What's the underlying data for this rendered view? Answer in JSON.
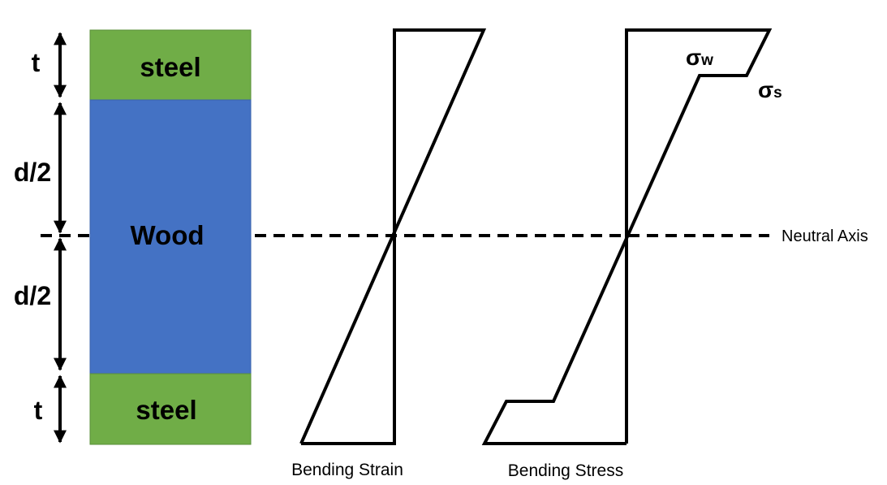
{
  "cross_section": {
    "top_layer_label": "steel",
    "core_label": "Wood",
    "bottom_layer_label": "steel",
    "colors": {
      "steel": "#70AD47",
      "wood": "#4472C4"
    }
  },
  "dimensions": {
    "top_thickness": "t",
    "upper_half_depth": "d/2",
    "lower_half_depth": "d/2",
    "bottom_thickness": "t"
  },
  "neutral_axis_label": "Neutral Axis",
  "strain_diagram": {
    "caption": "Bending Strain"
  },
  "stress_diagram": {
    "caption": "Bending Stress",
    "wood_stress_symbol": "σ",
    "wood_stress_subscript": "w",
    "steel_stress_symbol": "σ",
    "steel_stress_subscript": "s"
  }
}
